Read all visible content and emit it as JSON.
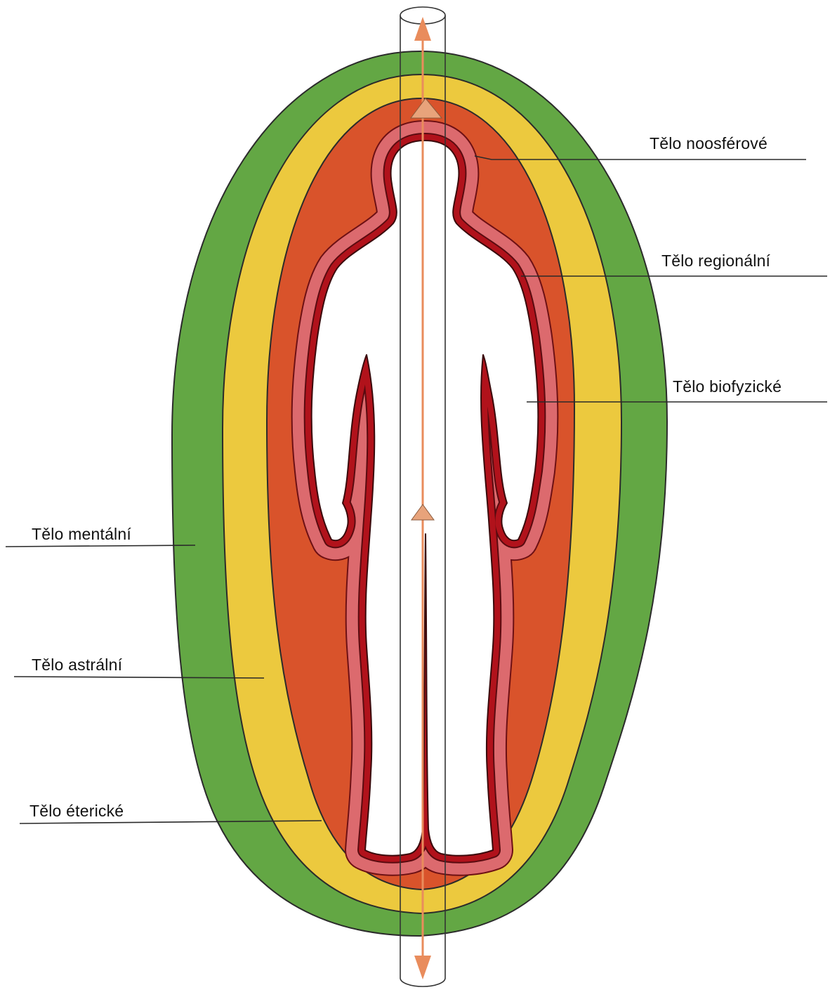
{
  "labels": {
    "noosferove": "Tělo noosférové",
    "regionalni": "Tělo regionální",
    "biofyzicke": "Tělo biofyzické",
    "mentalni": "Tělo mentální",
    "astralni": "Tělo astrální",
    "etericke": "Tělo éterické"
  },
  "colors": {
    "mental_green": "#63a744",
    "astral_yellow": "#ecc93e",
    "etheric_orange": "#d9532b",
    "pink_layer": "#dc6a6e",
    "dark_red": "#b1121b",
    "axis_arrow": "#e98c5c",
    "marker": "#e8a37b",
    "body": "#ffffff"
  }
}
